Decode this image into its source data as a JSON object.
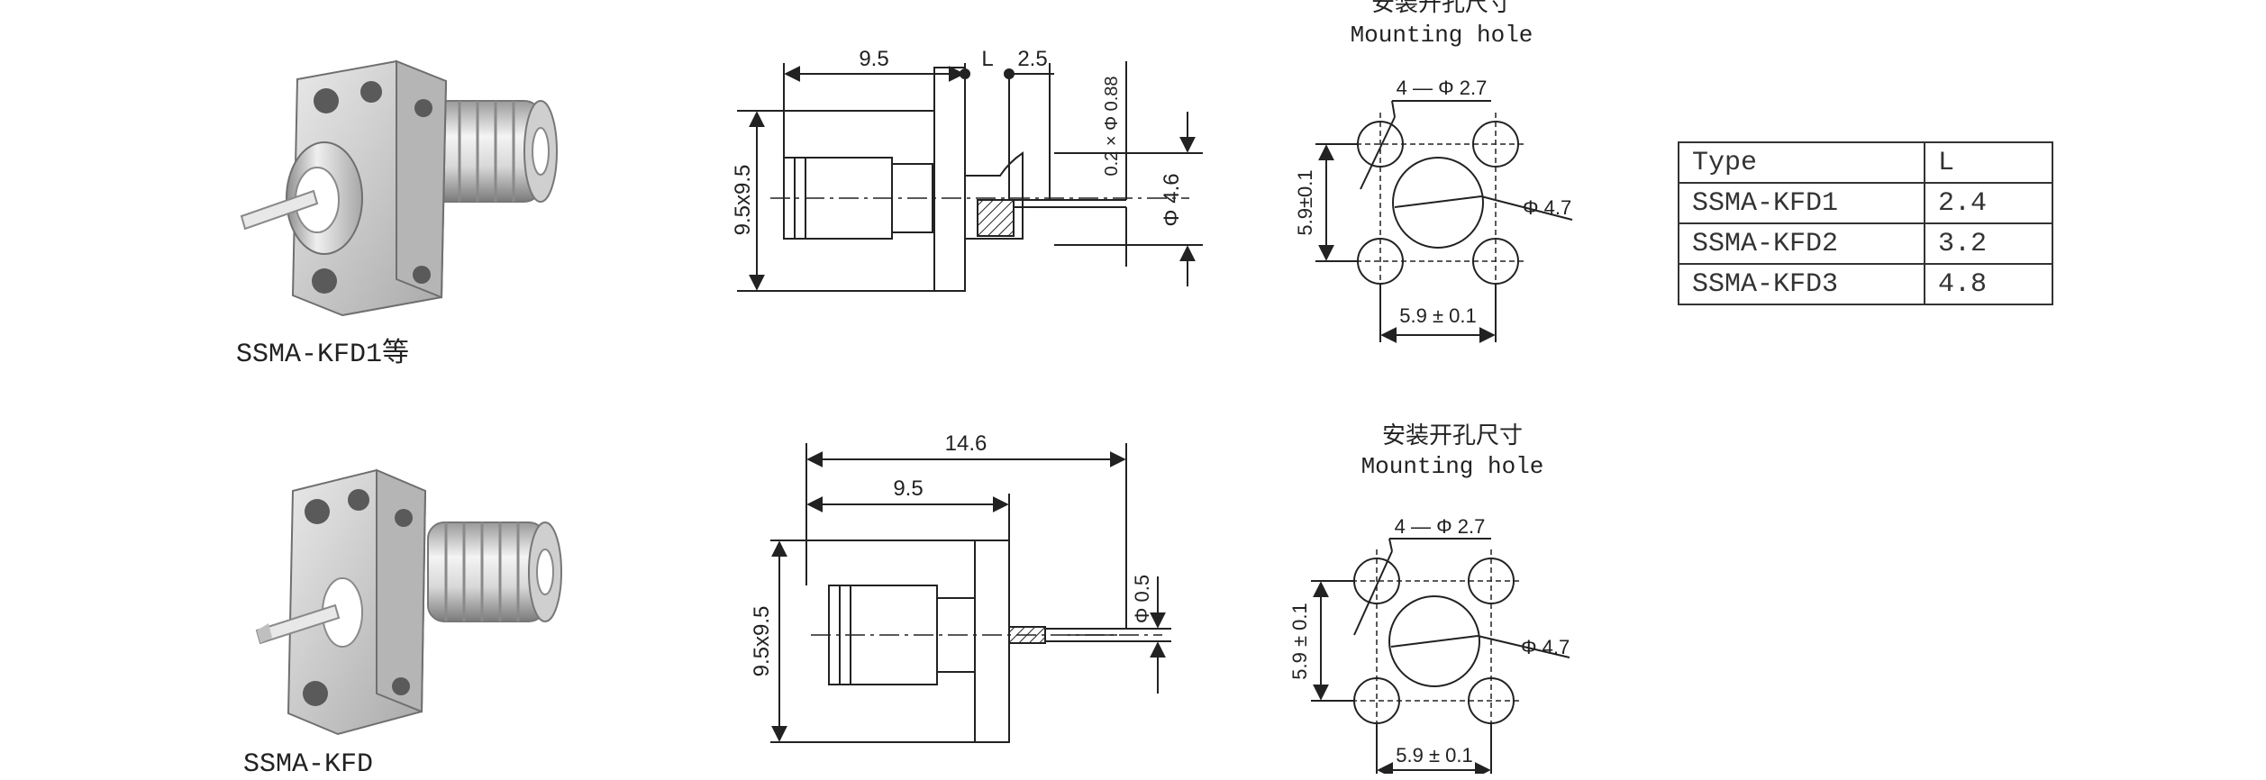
{
  "drawing_1": {
    "caption": "SSMA-KFD1等",
    "dim_length": "9.5",
    "dim_l": "L",
    "dim_pin_len": "2.5",
    "dim_flange": "9.5x9.5",
    "dim_pin_dia": "0.2 × Φ 0.88",
    "dim_dia": "Φ 4.6",
    "hole_title_cn": "安装开孔尺寸",
    "hole_title_en": "Mounting hole",
    "hole_holes": "4 — Φ 2.7",
    "hole_center": "Φ 4.7",
    "hole_v_spacing": "5.9±0.1",
    "hole_h_spacing": "5.9 ± 0.1"
  },
  "drawing_2": {
    "caption": "SSMA-KFD",
    "dim_total": "14.6",
    "dim_length": "9.5",
    "dim_flange": "9.5x9.5",
    "dim_pin_dia": "Φ 0.5",
    "hole_title_cn": "安装开孔尺寸",
    "hole_title_en": "Mounting hole",
    "hole_holes": "4 — Φ 2.7",
    "hole_center": "Φ 4.7",
    "hole_v_spacing": "5.9 ± 0.1",
    "hole_h_spacing": "5.9 ± 0.1"
  },
  "spec_table": {
    "headers": [
      "Type",
      "L"
    ],
    "rows": [
      [
        "SSMA-KFD1",
        "2.4"
      ],
      [
        "SSMA-KFD2",
        "3.2"
      ],
      [
        "SSMA-KFD3",
        "4.8"
      ]
    ]
  },
  "colors": {
    "line": "#222222",
    "metal_light": "#f2f2f2",
    "metal_mid": "#c8c8c8",
    "metal_dark": "#8a8a8a"
  },
  "icons": [
    "connector-photo",
    "dimension-drawing",
    "mounting-hole-pattern"
  ]
}
